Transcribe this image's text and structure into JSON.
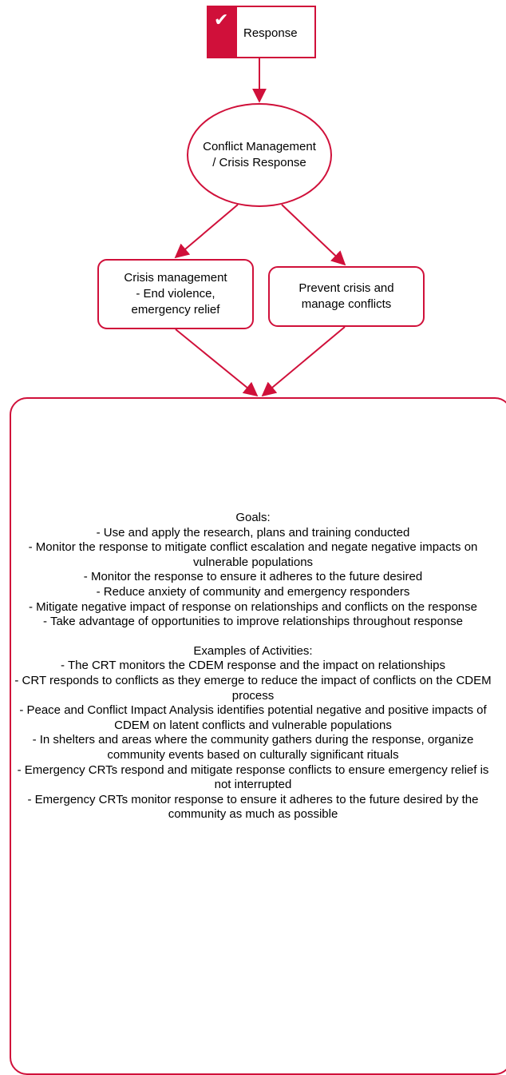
{
  "nodes": {
    "response": {
      "label": "Response",
      "check_icon": "checkmark-icon"
    },
    "conflict": {
      "label": "Conflict Management / Crisis Response"
    },
    "crisis": {
      "label": "Crisis management\n- End violence,\nemergency relief"
    },
    "prevent": {
      "label": "Prevent crisis and\nmanage conflicts"
    }
  },
  "goals_box": {
    "goals_heading": "Goals:",
    "goals": [
      "- Use and apply the research, plans and training conducted",
      "- Monitor the response to mitigate conflict escalation and negate negative impacts on vulnerable populations",
      "- Monitor the response to ensure it adheres to the future desired",
      "- Reduce anxiety of community and emergency responders",
      "- Mitigate negative impact of response on relationships and conflicts on the response",
      "- Take advantage of opportunities to improve relationships throughout response"
    ],
    "activities_heading": "Examples of Activities:",
    "activities": [
      "- The CRT monitors the CDEM response and the impact on relationships",
      "- CRT responds to conflicts as they emerge to reduce the impact of conflicts on the CDEM process",
      "-  Peace and Conflict Impact Analysis identifies potential negative and positive impacts of CDEM on latent conflicts and vulnerable populations",
      "- In shelters and areas where the community gathers during the response, organize community events based on culturally significant rituals",
      "- Emergency CRTs respond and mitigate response conflicts to ensure emergency relief is not interrupted",
      "- Emergency CRTs monitor response to ensure it adheres to the future desired by the community as much as possible"
    ]
  },
  "colors": {
    "accent": "#d0103a",
    "background": "#ffffff"
  }
}
